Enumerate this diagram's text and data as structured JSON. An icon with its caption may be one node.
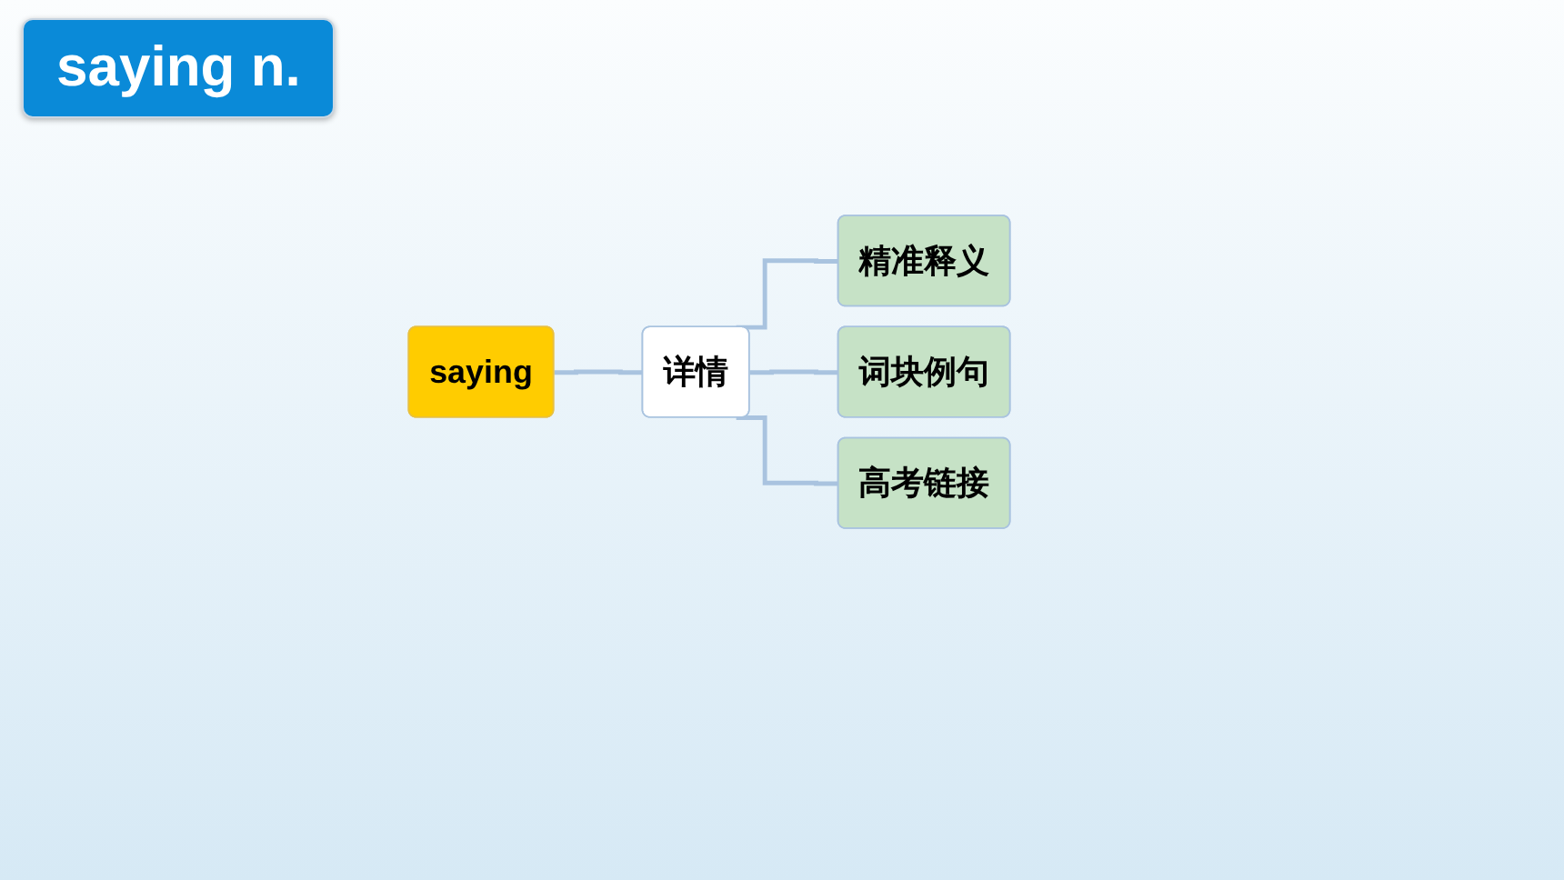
{
  "diagram": {
    "title": "saying n.",
    "nodes": [
      {
        "text": [
          "saying"
        ]
      },
      {
        "text": [
          "详情"
        ]
      },
      {
        "text": [
          "精准释义"
        ]
      },
      {
        "text": [
          "词块例句"
        ]
      },
      {
        "text": [
          "高考链接"
        ]
      }
    ],
    "edges": [
      {
        "from": 0,
        "to": 1,
        "arrow": "none"
      },
      {
        "from": 1,
        "to": 2,
        "arrow": "none"
      },
      {
        "from": 1,
        "to": 3,
        "arrow": "none"
      },
      {
        "from": 1,
        "to": 4,
        "arrow": "none"
      }
    ]
  }
}
